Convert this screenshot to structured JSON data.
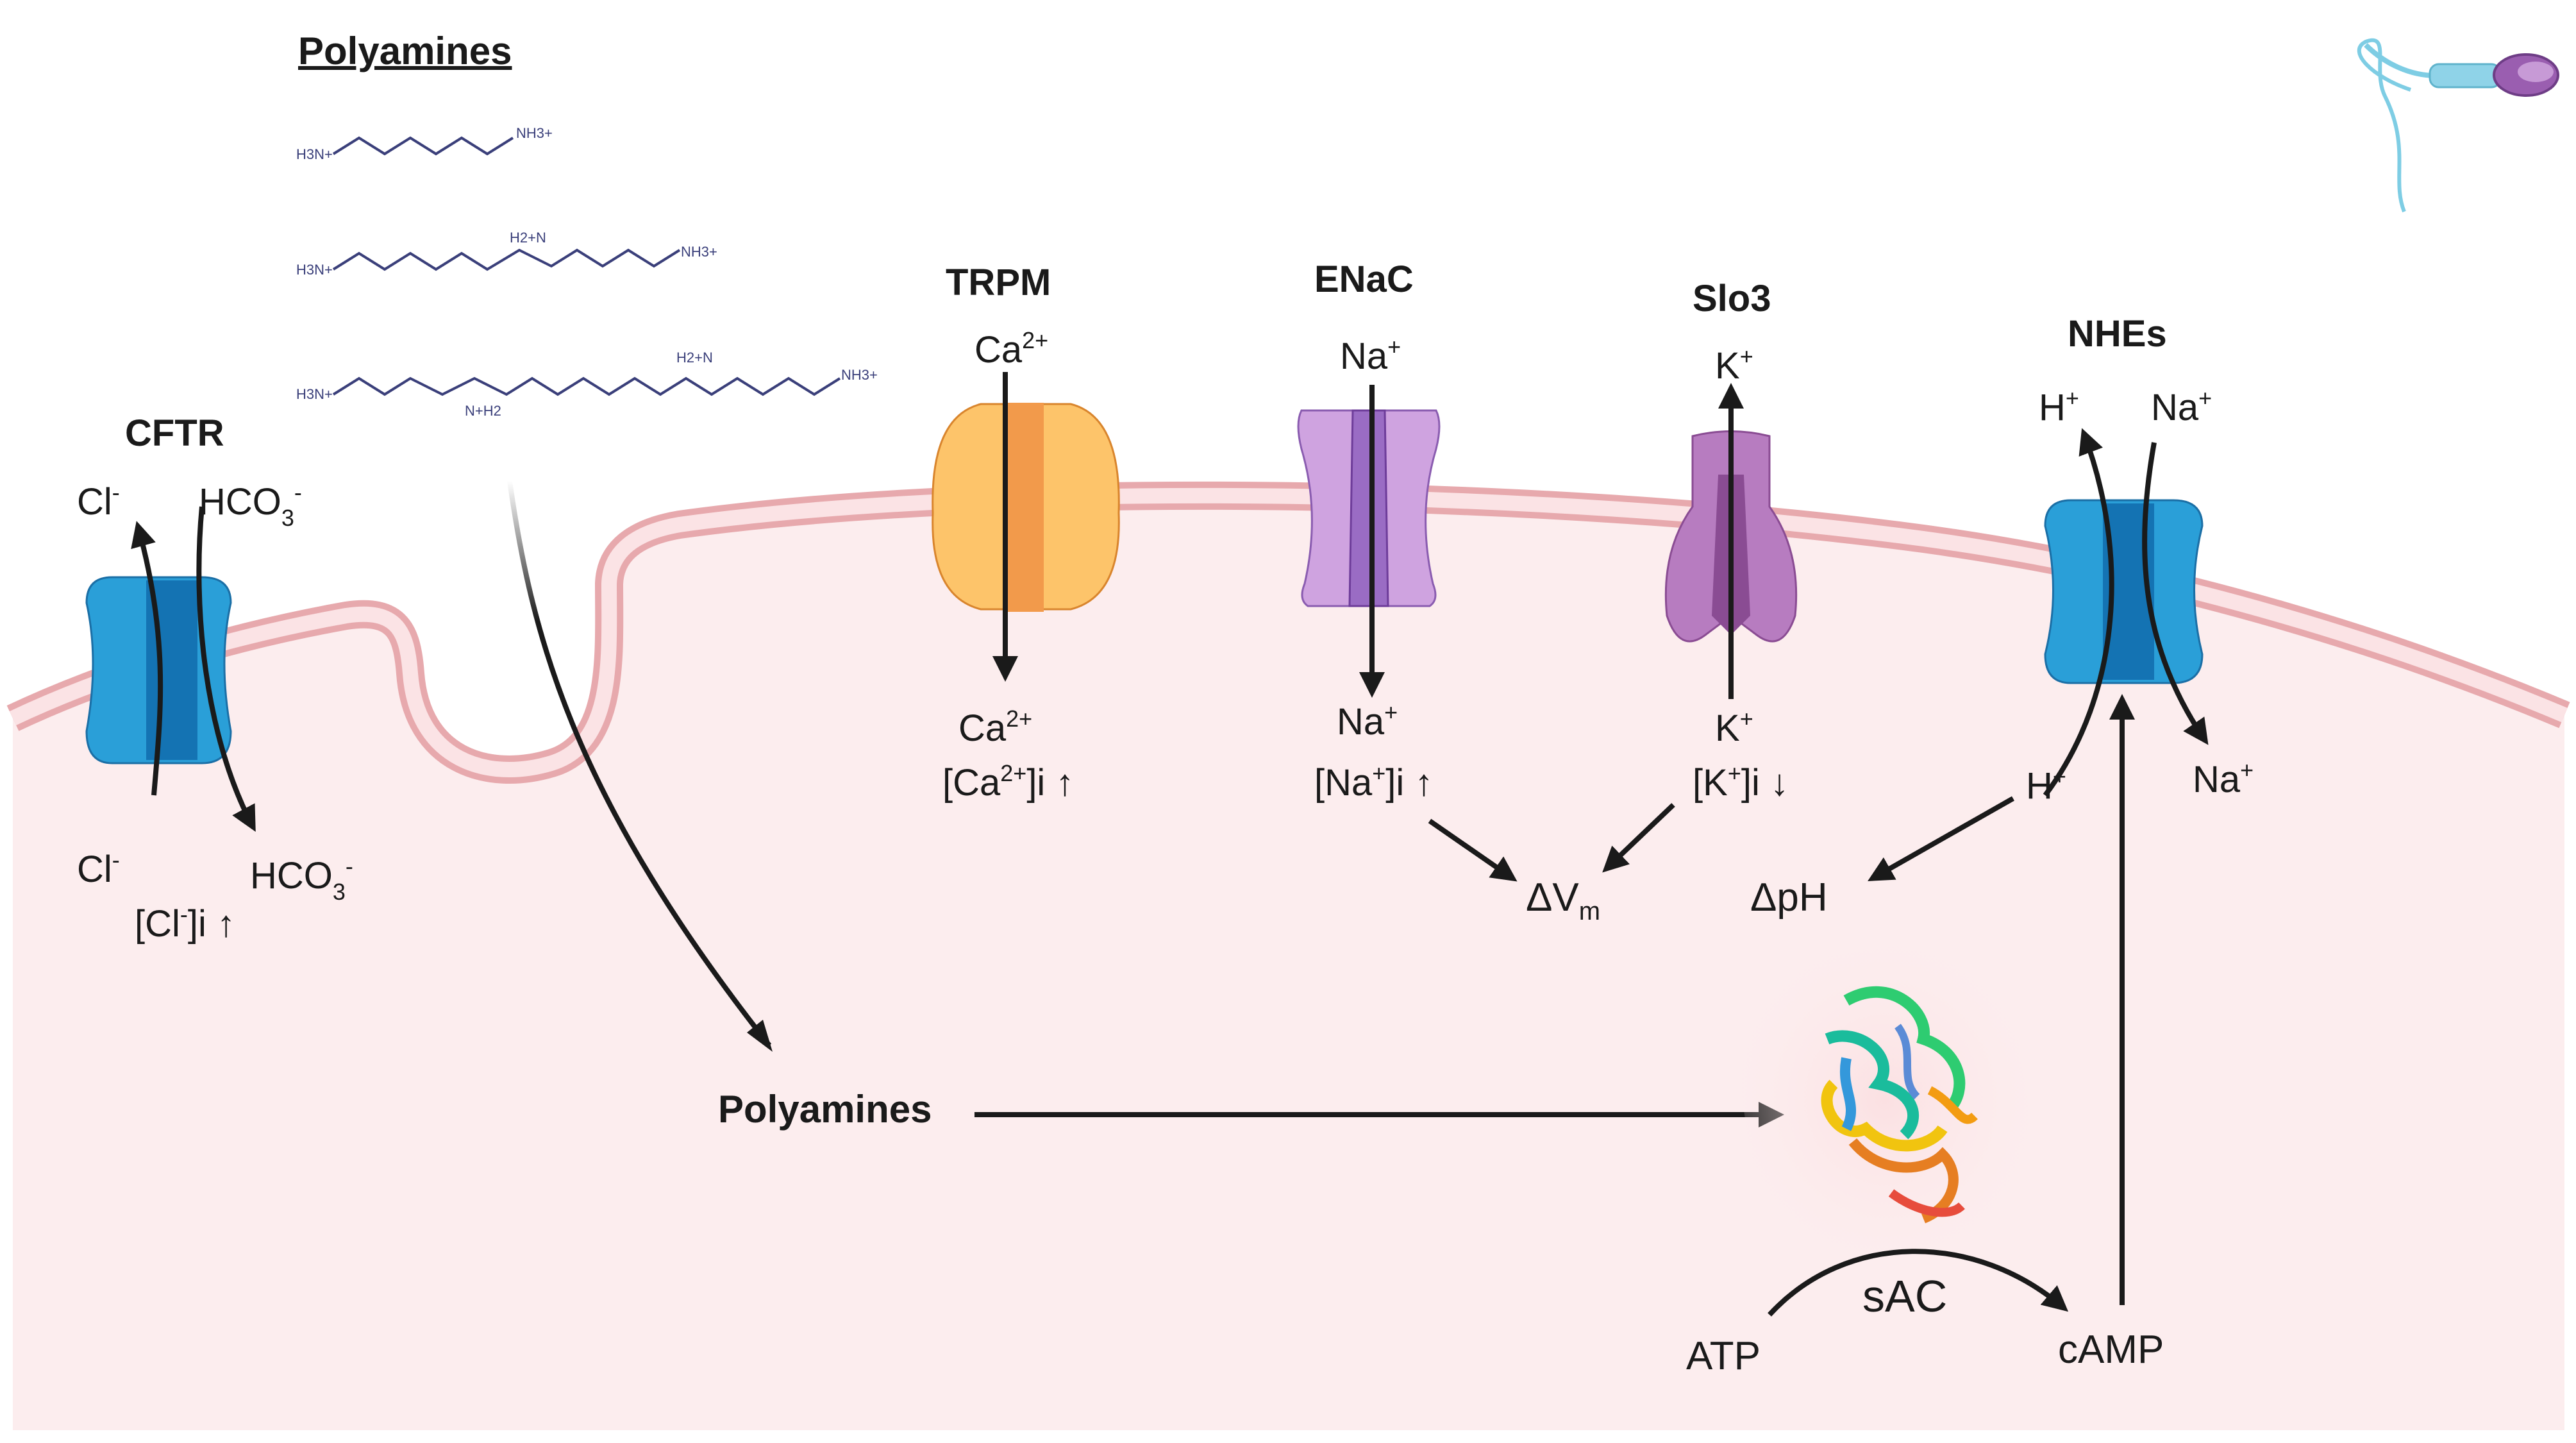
{
  "colors": {
    "cell": "#fcedee",
    "membrane_outer": "#e7a9ad",
    "membrane_inner": "#fbe3e5",
    "cftr_nhe": "#2a9fd8",
    "cftr_nhe_dark": "#1473b3",
    "trpm": "#fdc46a",
    "trpm_dark": "#f29a4b",
    "enac": "#cfa3e0",
    "enac_dark": "#9a6cc4",
    "slo3": "#b77cc0",
    "slo3_dark": "#8a4c93",
    "arrow": "#1a1a1a"
  },
  "legend": {
    "polyamines_title": "Polyamines"
  },
  "structures": [
    {
      "left": "H3N+",
      "right": "NH3+"
    },
    {
      "left": "H3N+",
      "mid": "H2+N",
      "right": "NH3+"
    },
    {
      "left": "H3N+",
      "mid1": "N+H2",
      "mid2": "H2+N",
      "right": "NH3+"
    }
  ],
  "channels": {
    "cftr": {
      "name": "CFTR",
      "out_left": "Cl",
      "out_left_sup": "-",
      "out_right": "HCO",
      "out_right_sub": "3",
      "out_right_sup": "-",
      "in_left": "Cl",
      "in_left_sup": "-",
      "in_right": "HCO",
      "in_right_sub": "3",
      "in_right_sup": "-",
      "conc": "[Cl",
      "conc_sup": "-",
      "conc_tail": "]i ↑"
    },
    "trpm": {
      "name": "TRPM",
      "ion_out": "Ca",
      "ion_out_sup": "2+",
      "ion_in": "Ca",
      "ion_in_sup": "2+",
      "conc": "[Ca",
      "conc_sup": "2+",
      "conc_tail": "]i ↑"
    },
    "enac": {
      "name": "ENaC",
      "ion_out": "Na",
      "ion_out_sup": "+",
      "ion_in": "Na",
      "ion_in_sup": "+",
      "conc": "[Na",
      "conc_sup": "+",
      "conc_tail": "]i ↑"
    },
    "slo3": {
      "name": "Slo3",
      "ion_out": "K",
      "ion_out_sup": "+",
      "ion_in": "K",
      "ion_in_sup": "+",
      "conc": "[K",
      "conc_sup": "+",
      "conc_tail": "]i ↓"
    },
    "nhes": {
      "name": "NHEs",
      "out_left": "H",
      "out_left_sup": "+",
      "out_right": "Na",
      "out_right_sup": "+",
      "in_left": "H",
      "in_left_sup": "+",
      "in_right": "Na",
      "in_right_sup": "+"
    }
  },
  "outcomes": {
    "vm": "ΔV",
    "vm_sub": "m",
    "ph": "ΔpH"
  },
  "pathway": {
    "polyamines": "Polyamines",
    "enzyme": "sAC",
    "substrate": "ATP",
    "product": "cAMP"
  },
  "icons": [
    "sperm-icon",
    "sac-protein-icon"
  ]
}
